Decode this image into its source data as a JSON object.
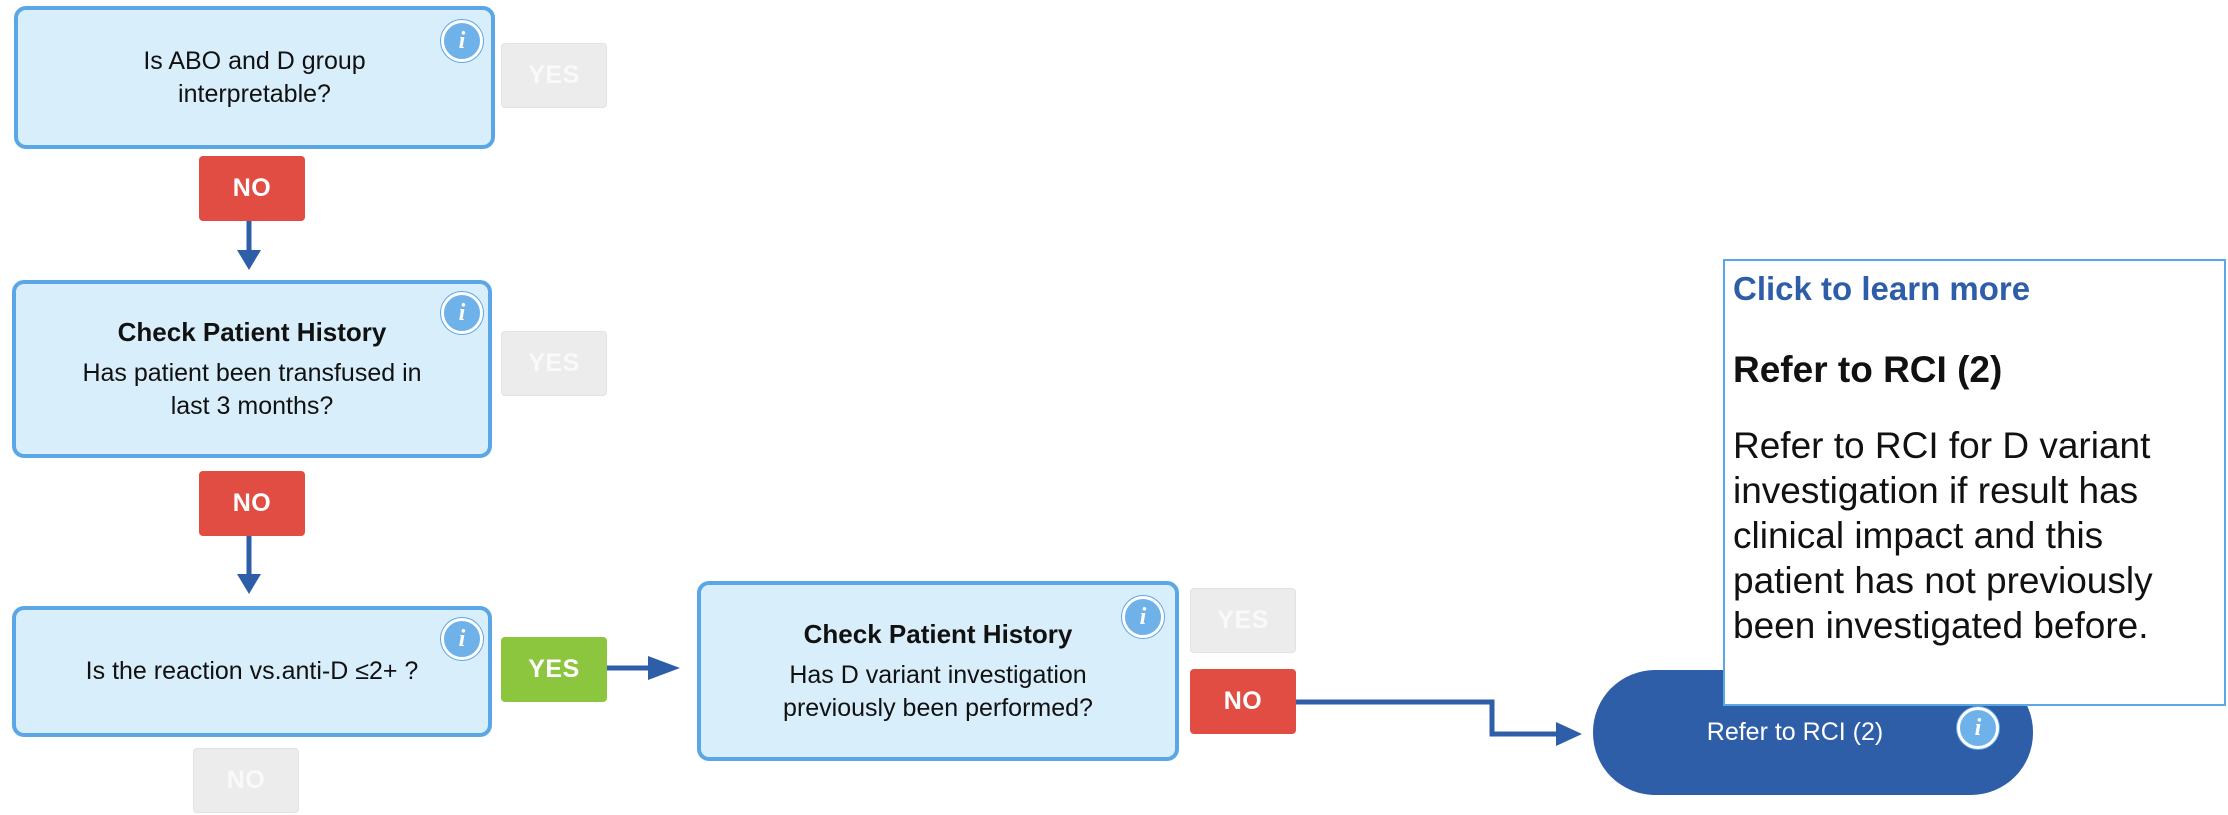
{
  "nodes": {
    "abo": {
      "text": "Is ABO and D group interpretable?"
    },
    "history1": {
      "title": "Check Patient History",
      "text": "Has patient been transfused in last 3 months?"
    },
    "reaction": {
      "text": "Is the reaction vs.anti-D ≤2+ ?"
    },
    "history2": {
      "title": "Check Patient History",
      "text": "Has D variant investigation previously been performed?"
    }
  },
  "buttons": {
    "yes_label": "YES",
    "no_label": "NO"
  },
  "terminal": {
    "label": "Refer to RCI (2)"
  },
  "tooltip": {
    "link": "Click to learn more",
    "title": "Refer to RCI (2)",
    "body": "Refer to RCI for D variant investigation if result has clinical impact and this patient has not previously been investigated before."
  },
  "info_glyph": "i",
  "colors": {
    "node_fill": "#d9eefb",
    "node_border": "#5ba7e6",
    "no_active": "#e24d43",
    "yes_active": "#8cc63e",
    "inactive": "#ececec",
    "terminal": "#2f5ea8",
    "arrow": "#2f5ea8"
  }
}
